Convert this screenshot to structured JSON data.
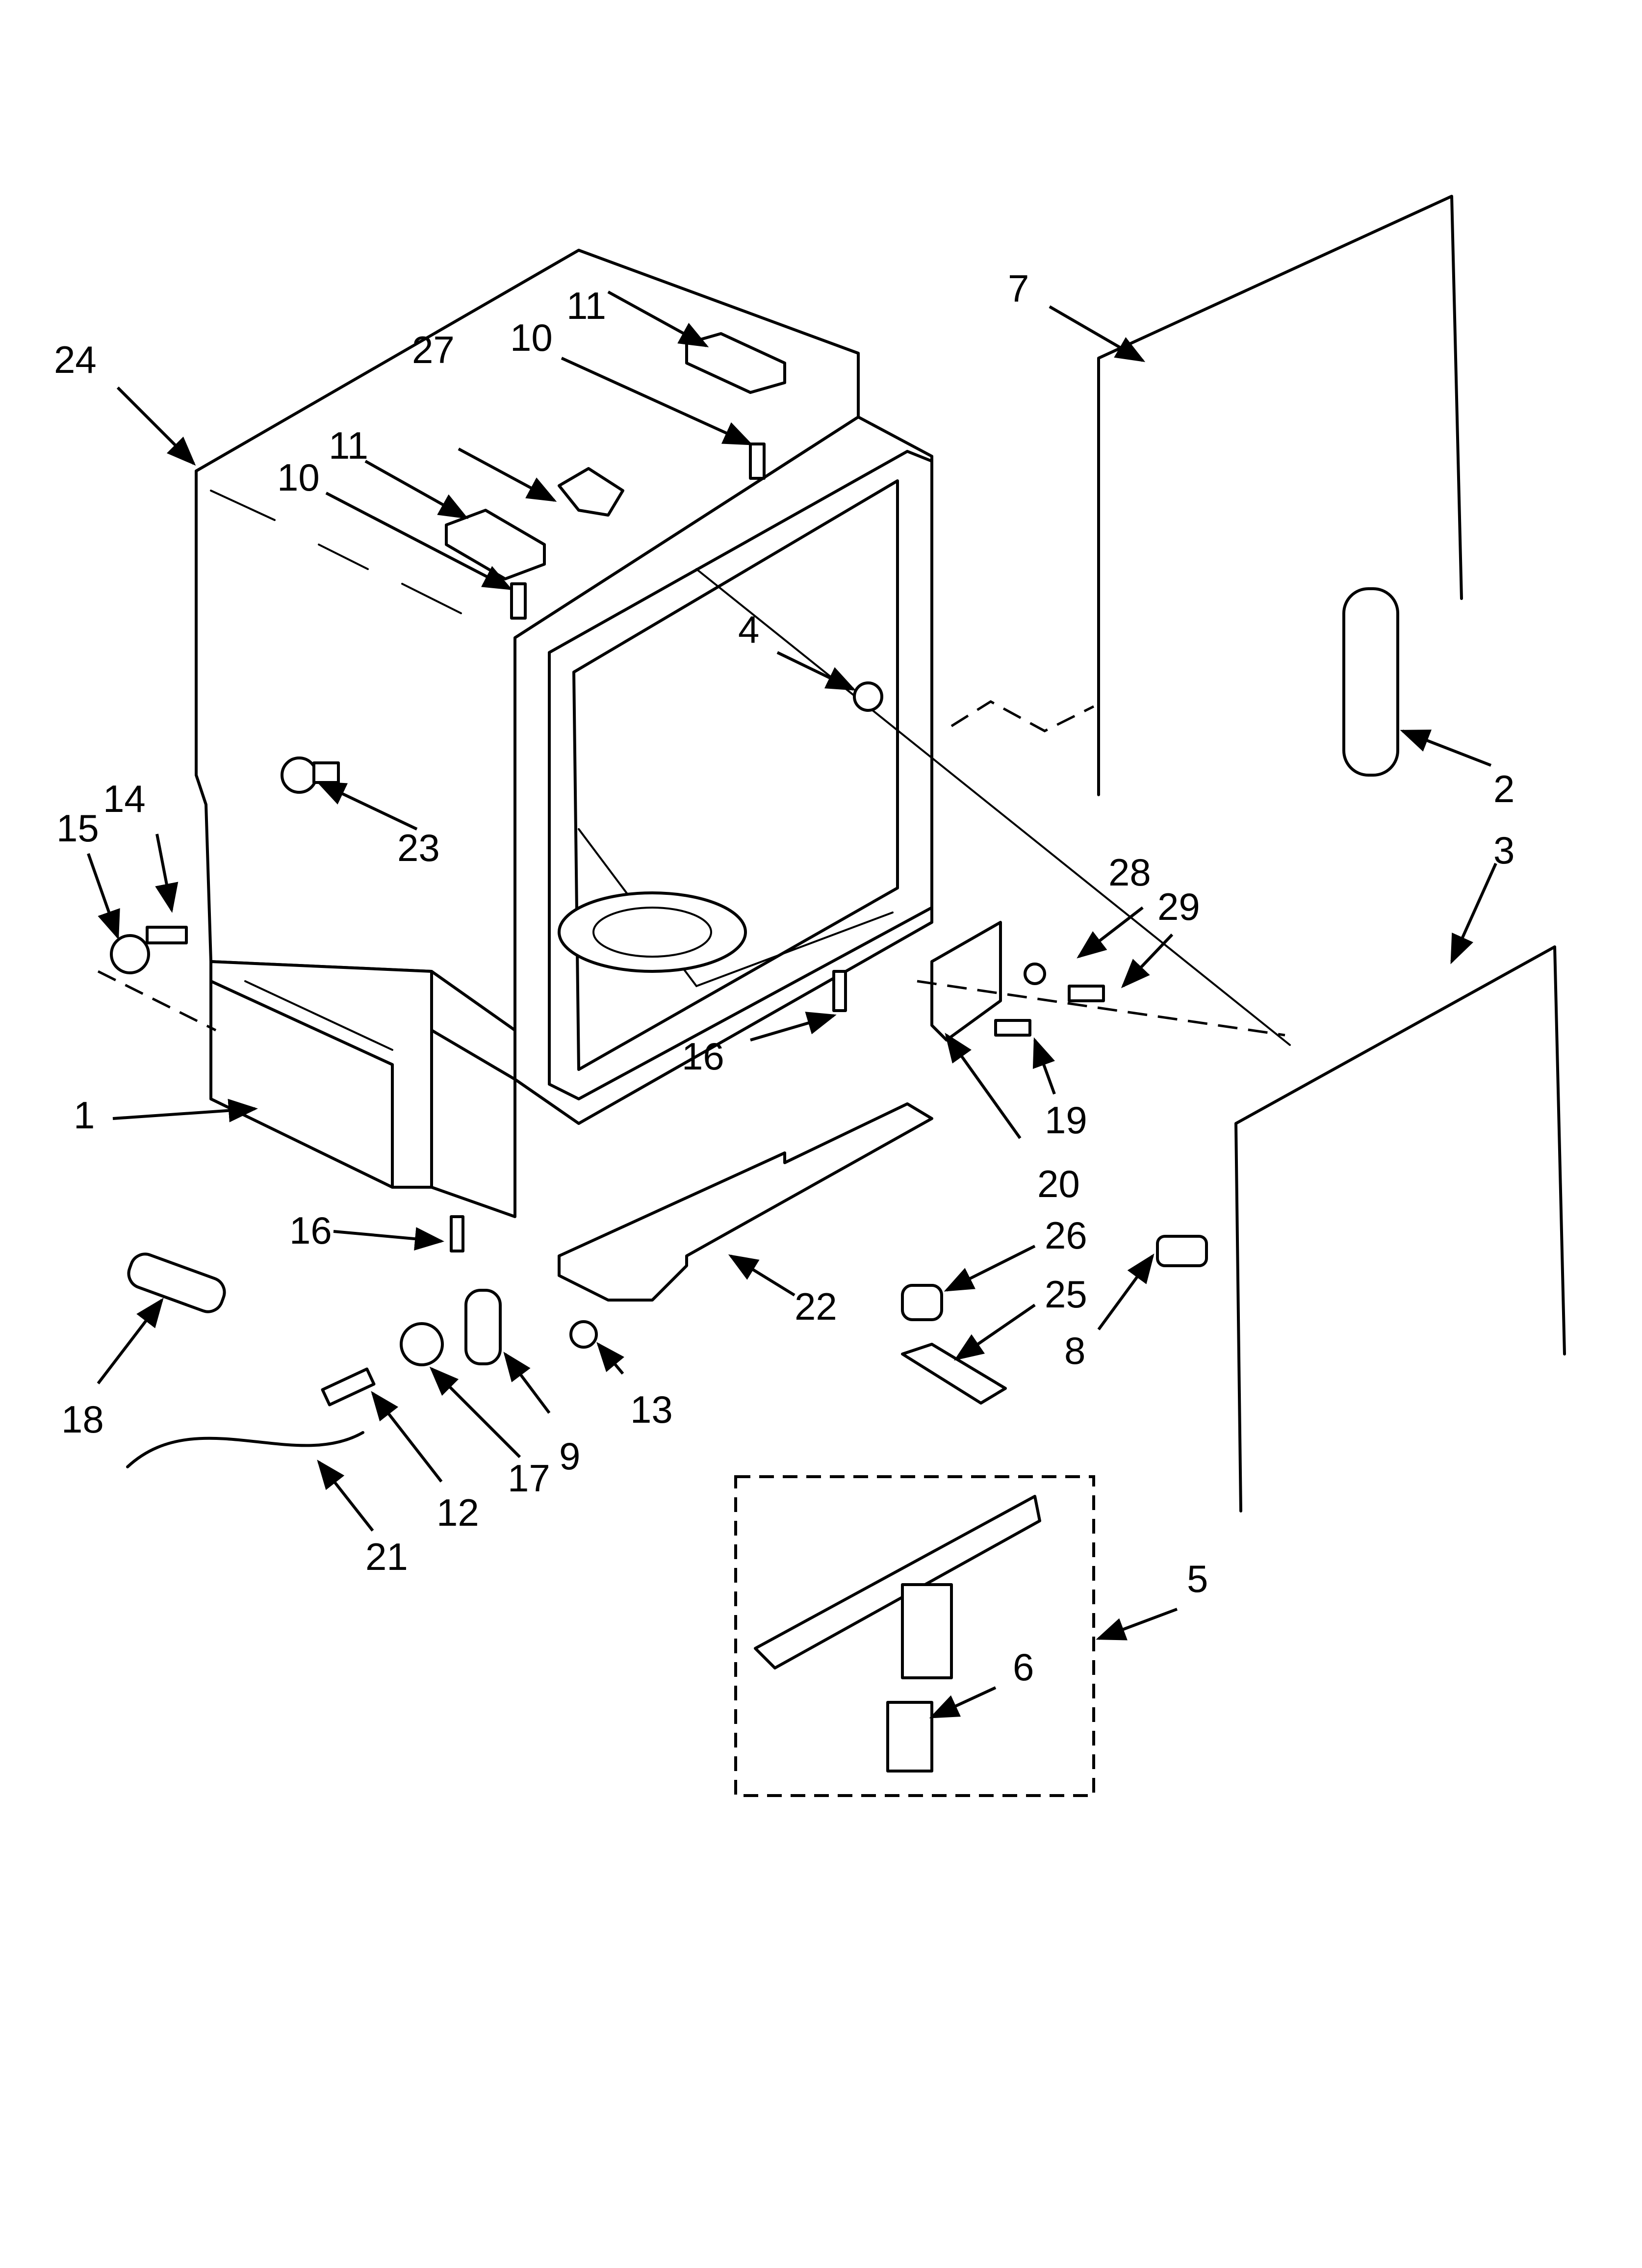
{
  "diagram": {
    "callouts": [
      {
        "id": "c1",
        "text": "1"
      },
      {
        "id": "c2",
        "text": "2"
      },
      {
        "id": "c3",
        "text": "3"
      },
      {
        "id": "c4",
        "text": "4"
      },
      {
        "id": "c5",
        "text": "5"
      },
      {
        "id": "c6",
        "text": "6"
      },
      {
        "id": "c7",
        "text": "7"
      },
      {
        "id": "c8",
        "text": "8"
      },
      {
        "id": "c9",
        "text": "9"
      },
      {
        "id": "c10a",
        "text": "10"
      },
      {
        "id": "c10b",
        "text": "10"
      },
      {
        "id": "c11a",
        "text": "11"
      },
      {
        "id": "c11b",
        "text": "11"
      },
      {
        "id": "c12",
        "text": "12"
      },
      {
        "id": "c13",
        "text": "13"
      },
      {
        "id": "c14",
        "text": "14"
      },
      {
        "id": "c15",
        "text": "15"
      },
      {
        "id": "c16a",
        "text": "16"
      },
      {
        "id": "c16b",
        "text": "16"
      },
      {
        "id": "c17",
        "text": "17"
      },
      {
        "id": "c18",
        "text": "18"
      },
      {
        "id": "c19",
        "text": "19"
      },
      {
        "id": "c20",
        "text": "20"
      },
      {
        "id": "c21",
        "text": "21"
      },
      {
        "id": "c22",
        "text": "22"
      },
      {
        "id": "c23",
        "text": "23"
      },
      {
        "id": "c24",
        "text": "24"
      },
      {
        "id": "c25",
        "text": "25"
      },
      {
        "id": "c26",
        "text": "26"
      },
      {
        "id": "c27",
        "text": "27"
      },
      {
        "id": "c28",
        "text": "28"
      },
      {
        "id": "c29",
        "text": "29"
      }
    ]
  }
}
